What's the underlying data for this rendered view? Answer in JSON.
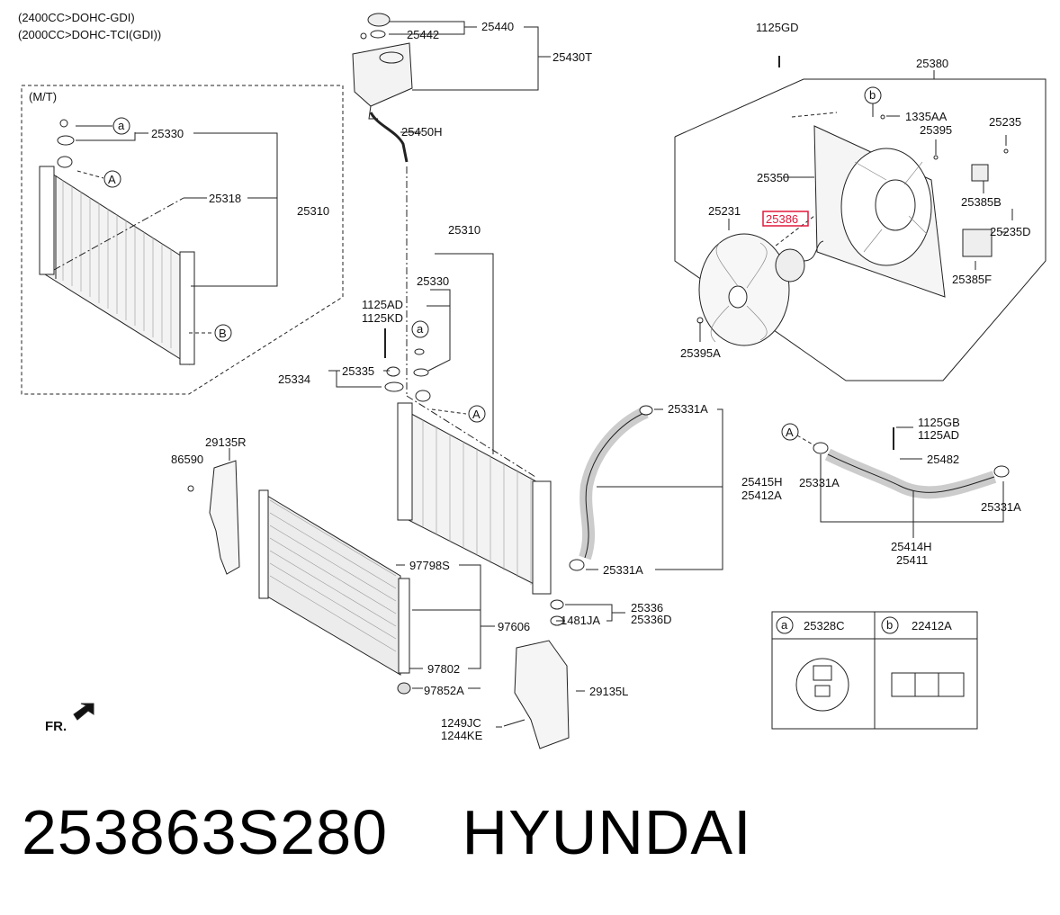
{
  "header_notes": [
    "(2400CC>DOHC-GDI)",
    "(2000CC>DOHC-TCI(GDI))"
  ],
  "mt_box_label": "(M/T)",
  "callout_letters": {
    "a": "a",
    "b": "b",
    "A": "A",
    "B": "B"
  },
  "highlighted_part": "25386",
  "labels": {
    "p25440": "25440",
    "p25442": "25442",
    "p25430T": "25430T",
    "p25450H": "25450H",
    "p25330_mt": "25330",
    "p25318": "25318",
    "p25310_mt": "25310",
    "p25310": "25310",
    "p25330": "25330",
    "p1125AD": "1125AD",
    "p1125KD": "1125KD",
    "p25335": "25335",
    "p25334": "25334",
    "p1125GD": "1125GD",
    "p25380": "25380",
    "p1335AA": "1335AA",
    "p25235": "25235",
    "p25395": "25395",
    "p25350": "25350",
    "p25231": "25231",
    "p25385B": "25385B",
    "p25235D": "25235D",
    "p25385F": "25385F",
    "p25395A": "25395A",
    "p25331A_top": "25331A",
    "p25415H": "25415H",
    "p25412A": "25412A",
    "p25331A_bot": "25331A",
    "p1125GB": "1125GB",
    "p1125AD_r": "1125AD",
    "p25482": "25482",
    "p25331A_l": "25331A",
    "p25331A_r": "25331A",
    "p25414H": "25414H",
    "p25411": "25411",
    "p29135R": "29135R",
    "p86590": "86590",
    "p97798S": "97798S",
    "p97606": "97606",
    "p97802": "97802",
    "p97852A": "97852A",
    "p25336": "25336",
    "p25336D": "25336D",
    "p1481JA": "1481JA",
    "p29135L": "29135L",
    "p1249JC": "1249JC",
    "p1244KE": "1244KE",
    "fr": "FR."
  },
  "legend": {
    "a_part": "25328C",
    "b_part": "22412A"
  },
  "bottom": {
    "part_number": "253863S280",
    "brand": "HYUNDAI"
  },
  "colors": {
    "highlight": "#e0183c",
    "ink": "#111111"
  }
}
